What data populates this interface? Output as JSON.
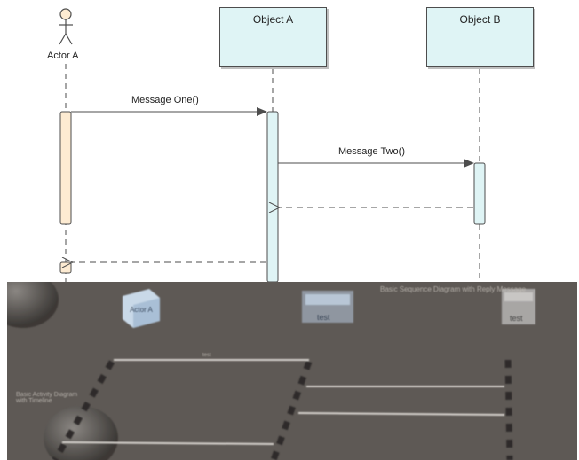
{
  "diagram": {
    "actor": {
      "label": "Actor A"
    },
    "objects": [
      {
        "id": "a",
        "label": "Object A"
      },
      {
        "id": "b",
        "label": "Object B"
      }
    ],
    "messages": [
      {
        "label": "Message One()",
        "from": "actor",
        "to": "a",
        "kind": "sync"
      },
      {
        "label": "Message Two()",
        "from": "a",
        "to": "b",
        "kind": "sync"
      },
      {
        "label": "",
        "from": "b",
        "to": "a",
        "kind": "reply"
      },
      {
        "label": "",
        "from": "a",
        "to": "actor",
        "kind": "reply"
      }
    ],
    "colors": {
      "object_fill": "#dff4f5",
      "actor_activation": "#fdebd2",
      "object_activation": "#dff4f5",
      "line": "#4d4d4d"
    }
  },
  "render_3d": {
    "title_text": "Basic Sequence Diagram with Reply Message",
    "side_text": "Basic Activity Diagram with Timeline",
    "actor_cube_label": "Actor A",
    "cube_a_label": "test",
    "cube_b_label": "test",
    "lane_label": "test",
    "background": "#5e5955"
  }
}
